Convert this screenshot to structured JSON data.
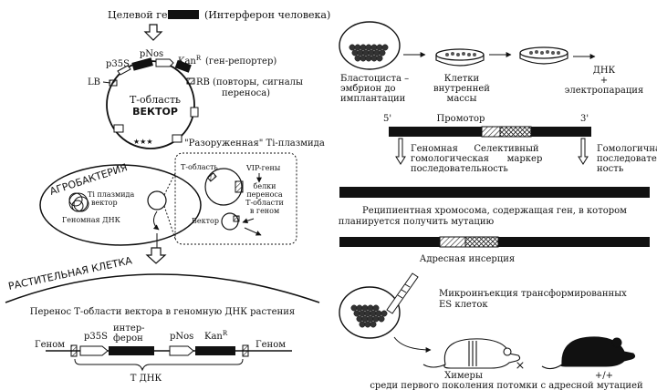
{
  "left": {
    "target_gene": "Целевой ген",
    "target_gene_note": "(Интерферон человека)",
    "plasmid": {
      "pNos": "pNos",
      "kan": "Kan",
      "kan_sup": "R",
      "reporter": "(ген-репортер)",
      "p35S": "p35S",
      "LB": "LB",
      "RB": "RB (повторы, сигналы",
      "RB2": "переноса)",
      "t_region": "Т-область",
      "vector": "ВЕКТОР",
      "stars": "★★★",
      "ti_plasmid": "\"Разоруженная\" Ti-плазмида"
    },
    "agro": {
      "title": "АГРОБАКТЕРИЯ",
      "ti_vector_1": "Ti плазмида",
      "ti_vector_2": "вектор",
      "genomic_dna": "Геномная ДНК",
      "t_region": "Т-область",
      "vip_genes": "VIP-гены",
      "proteins": [
        "белки",
        "переноса",
        "Т-области",
        "в геном"
      ],
      "vector": "Вектор"
    },
    "plant": {
      "title": "РАСТИТЕЛЬНАЯ КЛЕТКА",
      "transfer": "Перенос Т-области вектора в геномную ДНК растения",
      "genome_left": "Геном",
      "p35S": "p35S",
      "inter": "интер-",
      "feron": "ферон",
      "pNos": "pNos",
      "kan": "Kan",
      "kan_sup": "R",
      "genome_right": "Геном",
      "t_dna": "Т ДНК"
    }
  },
  "right": {
    "blastocyst": [
      "Бластоциста –",
      "эмбрион до",
      "имплантации"
    ],
    "cells": [
      "Клетки",
      "внутренней",
      "массы"
    ],
    "dna": "ДНК",
    "plus": "+",
    "electroporation": "электропарация",
    "five": "5'",
    "promoter": "Промотор",
    "three": "3'",
    "genomic": [
      "Геномная",
      "гомологическая",
      "последовательность"
    ],
    "selective": [
      "Селективный",
      "маркер"
    ],
    "homologous": [
      "Гомологичная",
      "последователь-",
      "ность"
    ],
    "recipient_1": "Реципиентная хромосома, содержащая ген, в котором",
    "recipient_2": "планируется получить мутацию",
    "targeted": "Адресная инсерция",
    "micro_1": "Микроинъекция трансформированных",
    "micro_2": "ES клеток",
    "times": "×",
    "chimera": "Химеры",
    "plusplus": "+/+",
    "offspring": "среди первого поколения потомки с адресной мутацией"
  }
}
